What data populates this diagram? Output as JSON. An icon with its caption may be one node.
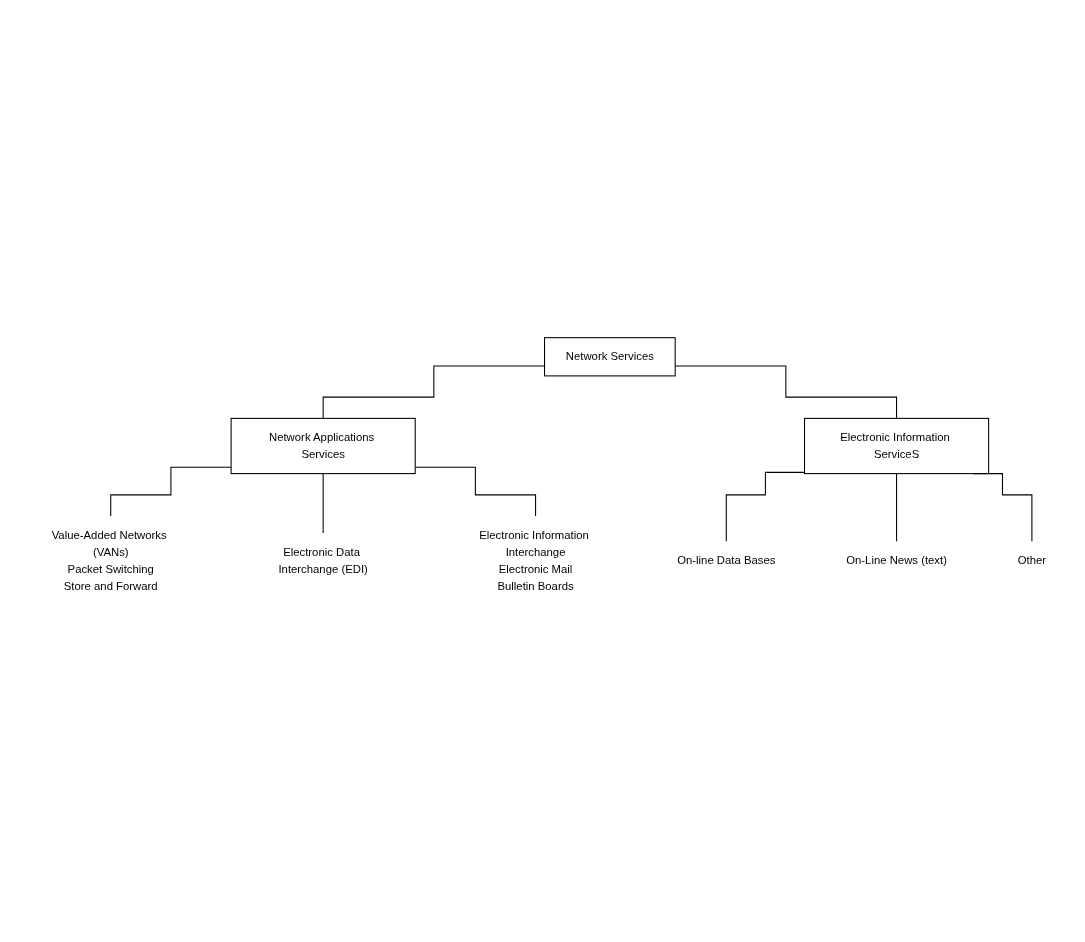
{
  "diagram": {
    "nodes": [
      {
        "text": [
          "Network Services"
        ]
      },
      {
        "text": [
          "Network Applications Services"
        ]
      },
      {
        "text": [
          "Electronic Information ServiceS"
        ]
      },
      {
        "text": [
          "Value-Added Networks (VANs)",
          "Packet Switching",
          "Store and Forward"
        ]
      },
      {
        "text": [
          "Electronic Data Interchange (EDI)"
        ]
      },
      {
        "text": [
          "Electronic Information Interchange",
          "Electronic Mail",
          "Bulletin Boards"
        ]
      },
      {
        "text": [
          "On-line Data Bases"
        ]
      },
      {
        "text": [
          "On-Line News (text)"
        ]
      },
      {
        "text": [
          "Other"
        ]
      }
    ],
    "edges": [
      {
        "from": 0,
        "to": 1,
        "arrow": "none"
      },
      {
        "from": 0,
        "to": 2,
        "arrow": "none"
      },
      {
        "from": 1,
        "to": 3,
        "arrow": "none"
      },
      {
        "from": 1,
        "to": 4,
        "arrow": "none"
      },
      {
        "from": 1,
        "to": 5,
        "arrow": "none"
      },
      {
        "from": 2,
        "to": 6,
        "arrow": "none"
      },
      {
        "from": 2,
        "to": 7,
        "arrow": "none"
      },
      {
        "from": 2,
        "to": 8,
        "arrow": "none"
      }
    ]
  }
}
